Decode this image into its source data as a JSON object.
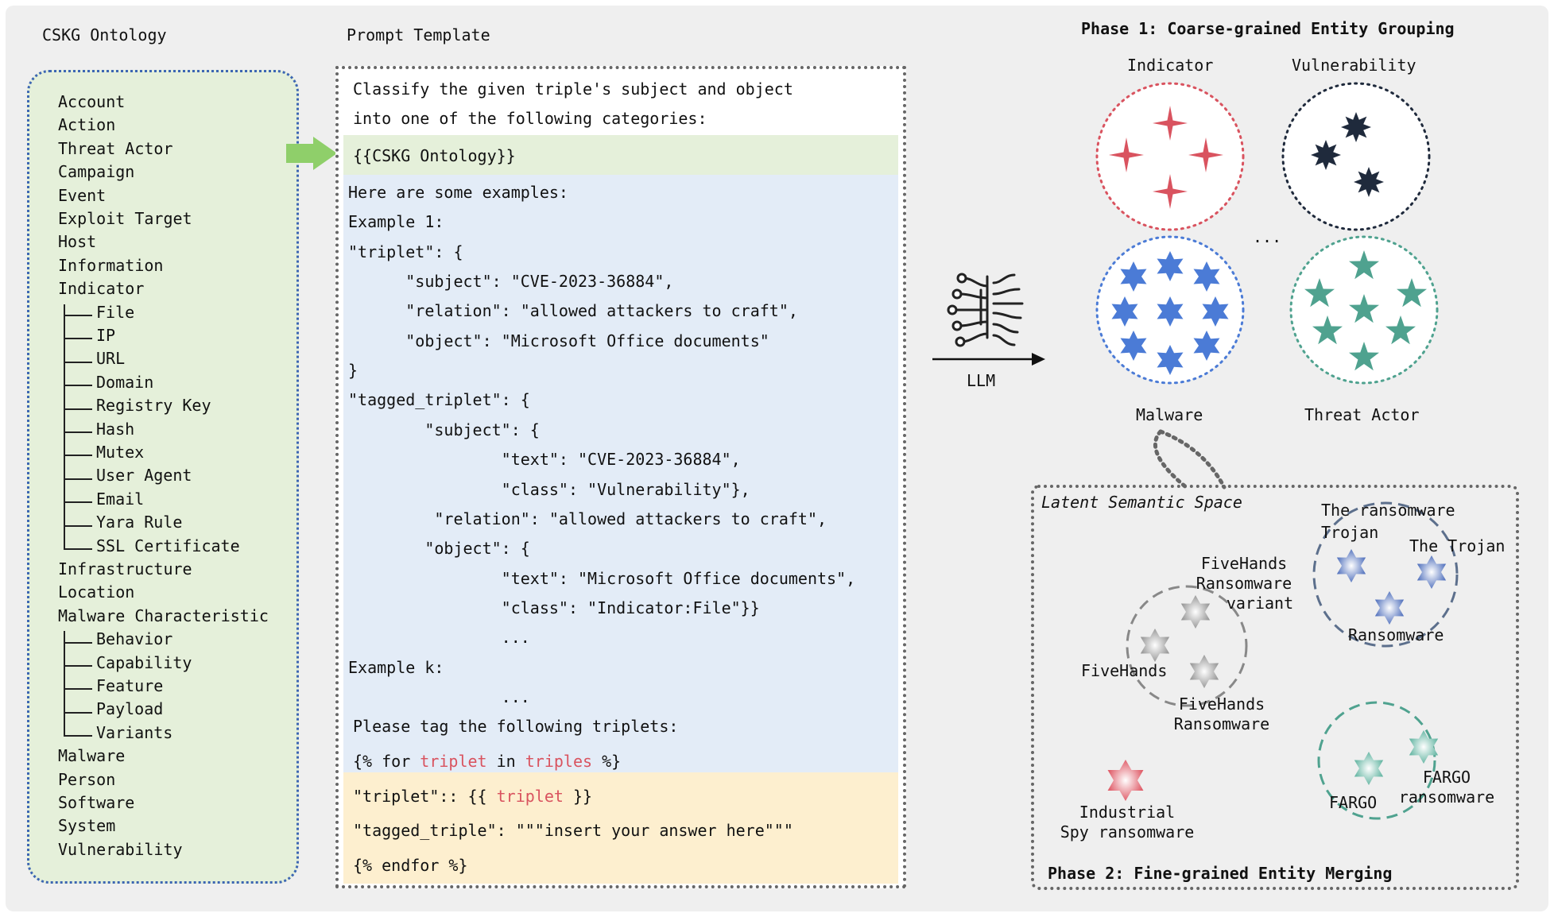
{
  "ontology": {
    "title": "CSKG Ontology",
    "top_items": [
      "Account",
      "Action",
      "Threat Actor",
      "Campaign",
      "Event",
      "Exploit Target",
      "Host",
      "Information",
      "Indicator"
    ],
    "indicator_children": [
      "File",
      "IP",
      "URL",
      "Domain",
      "Registry Key",
      "Hash",
      "Mutex",
      "User Agent",
      "Email",
      "Yara Rule",
      "SSL Certificate"
    ],
    "mid_items": [
      "Infrastructure",
      "Location",
      "Malware Characteristic"
    ],
    "malware_char_children": [
      "Behavior",
      "Capability",
      "Feature",
      "Payload",
      "Variants"
    ],
    "bottom_items": [
      "Malware",
      "Person",
      "Software",
      "System",
      "Vulnerability"
    ]
  },
  "prompt": {
    "title": "Prompt Template",
    "intro_lines": [
      "Classify the given triple's subject and object",
      "into one of the following categories:"
    ],
    "ontology_placeholder": "{{CSKG Ontology}}",
    "examples_lines": [
      "Here are some examples:",
      "Example 1:",
      "\"triplet\": {",
      "      \"subject\": \"CVE-2023-36884\",",
      "      \"relation\": \"allowed attackers to craft\",",
      "      \"object\": \"Microsoft Office documents\"",
      "}",
      "\"tagged_triplet\": {",
      "        \"subject\": {",
      "                \"text\": \"CVE-2023-36884\",",
      "                \"class\": \"Vulnerability\"},",
      "         \"relation\": \"allowed attackers to craft\",",
      "        \"object\": {",
      "                \"text\": \"Microsoft Office documents\",",
      "                \"class\": \"Indicator:File\"}}",
      "                ...",
      "Example k:",
      "                ..."
    ],
    "task": {
      "line1": "Please tag the following triplets:",
      "for_open": "{% for ",
      "for_var": "triplet",
      "for_in": " in ",
      "for_coll": "triples",
      "for_close": " %}",
      "triplet_prefix": "\"triplet\":: {{ ",
      "triplet_var": "triplet",
      "triplet_suffix": " }}",
      "tagged_line": "\"tagged_triple\": \"\"\"insert your answer here\"\"\"",
      "endfor": "{% endfor %}"
    }
  },
  "llm": {
    "label": "LLM"
  },
  "phase1": {
    "title": "Phase 1: Coarse-grained Entity Grouping",
    "groups": [
      "Indicator",
      "Vulnerability",
      "Malware",
      "Threat Actor"
    ],
    "ellipsis": "..."
  },
  "phase2": {
    "space_title": "Latent Semantic Space",
    "title": "Phase 2: Fine-grained Entity Merging",
    "labels": {
      "the_ransomware_trojan_1": "The ransomware",
      "the_ransomware_trojan_2": "Trojan",
      "the_trojan": "The Trojan",
      "ransomware": "Ransomware",
      "fivehands_variant_1": "FiveHands",
      "fivehands_variant_2": "Ransomware",
      "fivehands_variant_3": "variant",
      "fivehands": "FiveHands",
      "fivehands_ransomware_1": "FiveHands",
      "fivehands_ransomware_2": "Ransomware",
      "industrial_1": "Industrial",
      "industrial_2": "Spy ransomware",
      "fargo": "FARGO",
      "fargo_ransomware_1": "FARGO",
      "fargo_ransomware_2": "ransomware"
    }
  },
  "colors": {
    "indicator": "#d9535f",
    "vulnerability": "#1f2a3c",
    "malware": "#4b7bd6",
    "threat_actor": "#4fa28f",
    "ontology_bg": "#e5f0da",
    "examples_bg": "#e3ecf7",
    "task_bg": "#fdefcf",
    "arrow_green": "#8fcf6a"
  }
}
